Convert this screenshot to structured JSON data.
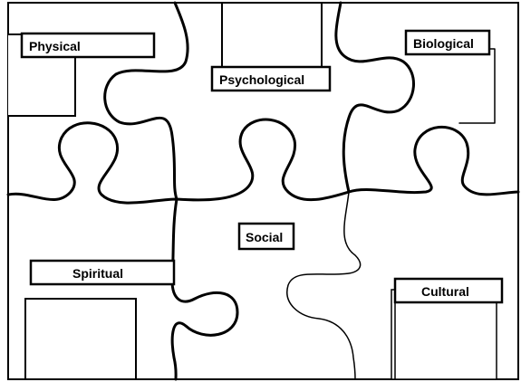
{
  "puzzle": {
    "pieces": [
      {
        "name": "physical",
        "label": "Physical"
      },
      {
        "name": "psychological",
        "label": "Psychological"
      },
      {
        "name": "biological",
        "label": "Biological"
      },
      {
        "name": "social",
        "label": "Social"
      },
      {
        "name": "spiritual",
        "label": "Spiritual"
      },
      {
        "name": "cultural",
        "label": "Cultural"
      }
    ]
  },
  "colors": {
    "line": "#000000",
    "background": "#ffffff"
  }
}
